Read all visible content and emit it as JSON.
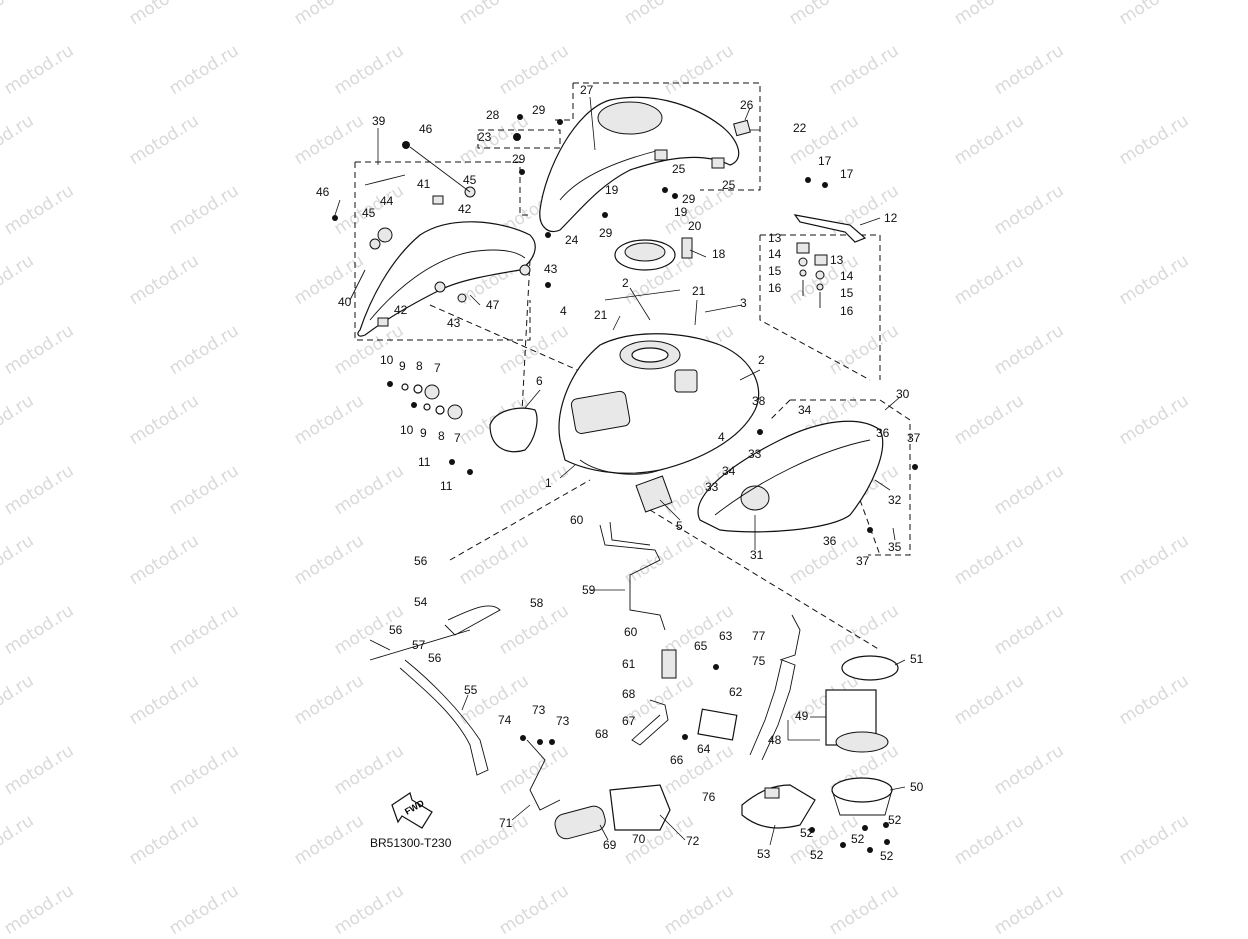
{
  "watermark": "motod.ru",
  "diagram_ref": "BR51300-T230",
  "fwd_label": "FWD",
  "callouts": [
    "1",
    "2",
    "2",
    "3",
    "4",
    "4",
    "5",
    "6",
    "7",
    "7",
    "8",
    "8",
    "9",
    "9",
    "10",
    "10",
    "11",
    "11",
    "12",
    "13",
    "13",
    "14",
    "14",
    "15",
    "15",
    "16",
    "16",
    "17",
    "17",
    "18",
    "19",
    "19",
    "20",
    "21",
    "21",
    "22",
    "23",
    "24",
    "25",
    "25",
    "26",
    "27",
    "28",
    "29",
    "29",
    "29",
    "29",
    "30",
    "31",
    "32",
    "33",
    "33",
    "34",
    "34",
    "35",
    "36",
    "36",
    "37",
    "37",
    "38",
    "39",
    "40",
    "41",
    "42",
    "42",
    "43",
    "43",
    "44",
    "45",
    "45",
    "46",
    "46",
    "47",
    "48",
    "49",
    "50",
    "51",
    "52",
    "52",
    "52",
    "52",
    "52",
    "53",
    "54",
    "55",
    "56",
    "56",
    "56",
    "57",
    "58",
    "59",
    "60",
    "60",
    "61",
    "62",
    "63",
    "64",
    "65",
    "66",
    "67",
    "68",
    "68",
    "69",
    "70",
    "71",
    "72",
    "73",
    "73",
    "74",
    "75",
    "76",
    "77"
  ]
}
